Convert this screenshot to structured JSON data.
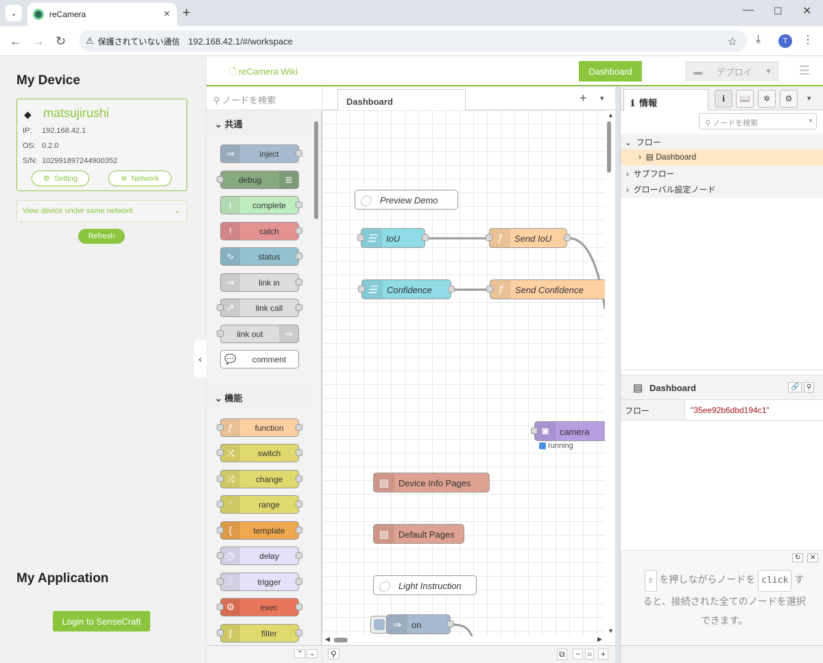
{
  "browser": {
    "tab_title": "reCamera",
    "security_label": "保護されていない通信",
    "url": "192.168.42.1/#/workspace",
    "profile_initial": "T"
  },
  "left": {
    "my_device_title": "My Device",
    "device": {
      "name": "matsujirushi",
      "ip_label": "IP:",
      "ip": "192.168.42.1",
      "os_label": "OS:",
      "os": "0.2.0",
      "sn_label": "S/N:",
      "sn": "102991897244900352",
      "setting_label": "Setting",
      "network_label": "Network"
    },
    "view_device_label": "View device under same network",
    "refresh_label": "Refresh",
    "my_app_title": "My Application",
    "login_label": "Login to SenseCraft"
  },
  "header": {
    "wiki_label": "reCamera Wiki",
    "dashboard_label": "Dashboard",
    "deploy_label": "デプロイ"
  },
  "palette": {
    "search_placeholder": "ノードを検索",
    "categories": [
      {
        "label": "共通",
        "nodes": [
          {
            "label": "inject",
            "color": "#a6bbcf",
            "icon": "⇒",
            "in": false,
            "out": true
          },
          {
            "label": "debug",
            "color": "#87a980",
            "icon": "≣",
            "in": true,
            "out": false
          },
          {
            "label": "complete",
            "color": "#c0edc0",
            "icon": "!",
            "in": false,
            "out": true
          },
          {
            "label": "catch",
            "color": "#e49191",
            "icon": "!",
            "in": false,
            "out": true
          },
          {
            "label": "status",
            "color": "#94c1d0",
            "icon": "∿",
            "in": false,
            "out": true
          },
          {
            "label": "link in",
            "color": "#dddddd",
            "icon": "⇒",
            "in": false,
            "out": true
          },
          {
            "label": "link call",
            "color": "#dddddd",
            "icon": "⇗",
            "in": true,
            "out": true
          },
          {
            "label": "link out",
            "color": "#dddddd",
            "icon": "⇒",
            "in": true,
            "out": false
          },
          {
            "label": "comment",
            "color": "#ffffff",
            "icon": "💬",
            "in": false,
            "out": false
          }
        ]
      },
      {
        "label": "機能",
        "nodes": [
          {
            "label": "function",
            "color": "#fdd0a2",
            "icon": "ƒ",
            "in": true,
            "out": true
          },
          {
            "label": "switch",
            "color": "#e2d96e",
            "icon": "⤨",
            "in": true,
            "out": true
          },
          {
            "label": "change",
            "color": "#e2d96e",
            "icon": "⤮",
            "in": true,
            "out": true
          },
          {
            "label": "range",
            "color": "#e2d96e",
            "icon": "ⁱ",
            "in": true,
            "out": true
          },
          {
            "label": "template",
            "color": "#f0a84f",
            "icon": "{",
            "in": true,
            "out": true
          },
          {
            "label": "delay",
            "color": "#e6e0f8",
            "icon": "◷",
            "in": true,
            "out": true
          },
          {
            "label": "trigger",
            "color": "#e6e0f8",
            "icon": "⎍",
            "in": true,
            "out": true
          },
          {
            "label": "exec",
            "color": "#e9765a",
            "icon": "⚙",
            "in": true,
            "out": true
          },
          {
            "label": "filter",
            "color": "#e2d96e",
            "icon": "∫",
            "in": true,
            "out": true
          }
        ]
      }
    ]
  },
  "workspace": {
    "tab_label": "Dashboard",
    "nodes": {
      "preview_demo": "Preview Demo",
      "iou": "IoU",
      "send_iou": "Send IoU",
      "confidence": "Confidence",
      "send_confidence": "Send Confidence",
      "camera": "camera",
      "camera_status": "running",
      "device_info_pages": "Device Info Pages",
      "default_pages": "Default Pages",
      "light_instruction": "Light Instruction",
      "on": "on"
    },
    "colors": {
      "slider": "#8fdbe6",
      "function": "#fdd0a2",
      "camera": "#b69ee0",
      "page": "#dea292",
      "inject": "#a6bbcf",
      "comment": "#ffffff"
    }
  },
  "sidebar": {
    "tab_label": "情報",
    "search_placeholder": "ノードを検索",
    "tree": {
      "flows": "フロー",
      "dashboard": "Dashboard",
      "subflows": "サブフロー",
      "global_config": "グローバル設定ノード"
    },
    "props": {
      "title": "Dashboard",
      "flow_label": "フロー",
      "flow_id": "\"35ee92b6dbd194c1\""
    },
    "help": {
      "part1": "を押しながらノードを",
      "key": "click",
      "part2": "す",
      "part3": "ると、接続された全てのノードを選択",
      "part4": "できます。"
    }
  }
}
